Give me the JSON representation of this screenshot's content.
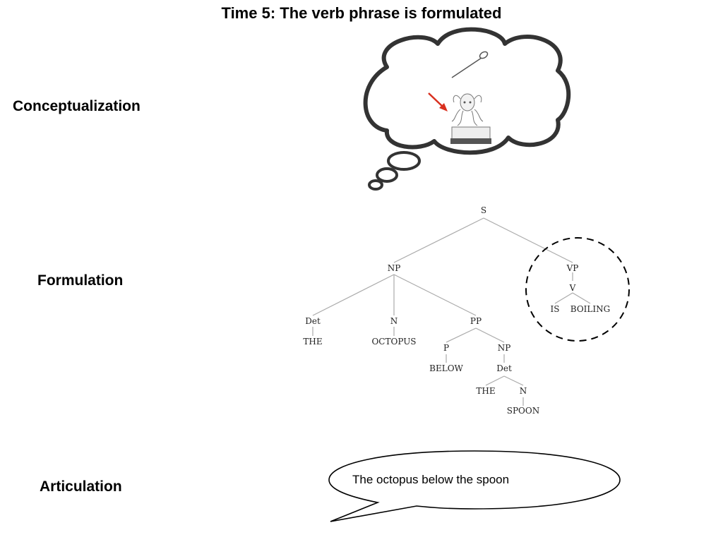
{
  "title": "Time 5: The verb phrase is formulated",
  "stages": {
    "conceptualization": "Conceptualization",
    "formulation": "Formulation",
    "articulation": "Articulation"
  },
  "tree": {
    "s": "S",
    "np": "NP",
    "vp": "VP",
    "v": "V",
    "is": "IS",
    "boiling": "BOILING",
    "det1": "Det",
    "the1": "THE",
    "n1": "N",
    "octopus": "OCTOPUS",
    "pp": "PP",
    "p": "P",
    "below": "BELOW",
    "np2": "NP",
    "det2": "Det",
    "the2": "THE",
    "n2": "N",
    "spoon": "SPOON"
  },
  "speech": "The octopus below the spoon",
  "colors": {
    "arrow": "#d9301f",
    "tree_line": "#aaaaaa",
    "cloud": "#333333"
  },
  "icons": {
    "spoon": "spoon-icon",
    "octopus": "octopus-in-pot-icon",
    "arrow": "red-arrow-icon"
  }
}
